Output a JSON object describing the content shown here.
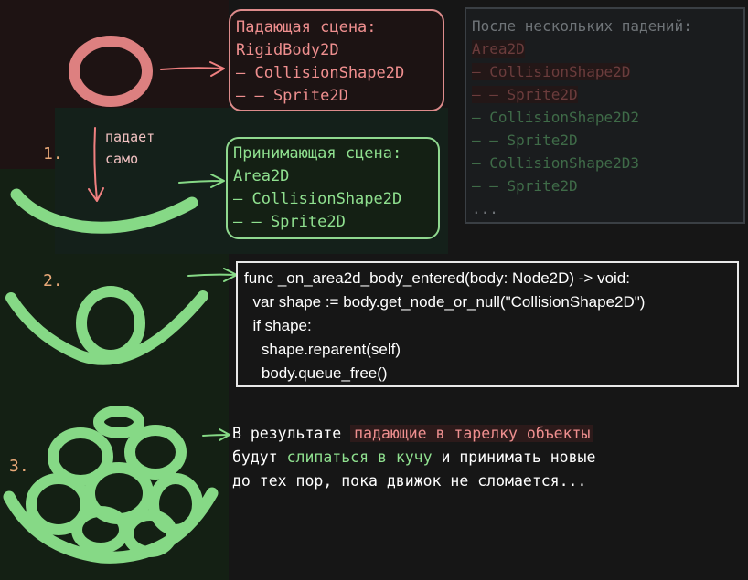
{
  "falling_box": {
    "title": "Падающая сцена:",
    "lines": [
      "RigidBody2D",
      "— CollisionShape2D",
      "— — Sprite2D"
    ]
  },
  "receiving_box": {
    "title": "Принимающая сцена:",
    "lines": [
      "Area2D",
      "— CollisionShape2D",
      "— — Sprite2D"
    ]
  },
  "after_box": {
    "title": "После нескольких падений:",
    "lines": [
      "Area2D",
      "— CollisionShape2D",
      "— — Sprite2D",
      "— CollisionShape2D2",
      "— — Sprite2D",
      "— CollisionShape2D3",
      "— — Sprite2D",
      "..."
    ]
  },
  "falls_label": {
    "line1": "падает",
    "line2": "само"
  },
  "steps": {
    "one": "1.",
    "two": "2.",
    "three": "3."
  },
  "code": [
    "func _on_area2d_body_entered(body: Node2D) -> void:",
    "  var shape := body.get_node_or_null(\"CollisionShape2D\")",
    "  if shape:",
    "    shape.reparent(self)",
    "    body.queue_free()"
  ],
  "result": {
    "part1": "В результате ",
    "highlight1": "падающие в тарелку объекты",
    "part2": "будут ",
    "highlight2": "слипаться в кучу",
    "part3": " и принимать новые",
    "part4": "до тех пор, пока движок не сломается..."
  },
  "colors": {
    "falling_red": "#dd8080",
    "receiving_green": "#86d986",
    "code_border": "#e8e8e8",
    "after_border": "#3a3f44"
  }
}
